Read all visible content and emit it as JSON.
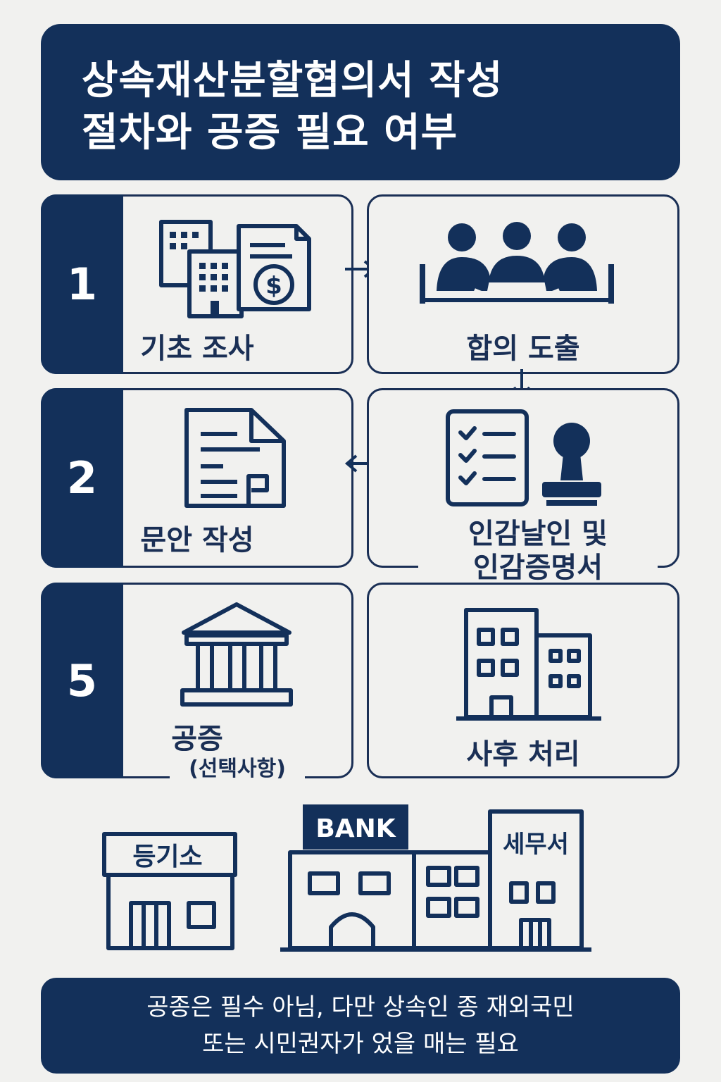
{
  "title": {
    "line1": "상속재산분할협의서 작성",
    "line2": "절차와 공증 필요 여부"
  },
  "steps": {
    "num1": "1",
    "num2": "2",
    "num3": "5",
    "basic_research": "기초 조사",
    "agreement": "합의 도출",
    "drafting": "문안 작성",
    "seal_line1": "인감날인 및",
    "seal_line2": "인감증명서",
    "notarization": "공증",
    "notarization_note": "(선택사항)",
    "followup": "사후 처리"
  },
  "institutions": {
    "registry": "등기소",
    "bank": "BANK",
    "tax_office": "세무서"
  },
  "footer": {
    "line1": "공종은 필수 아님, 다만 상속인 종 재외국민",
    "line2": "또는 시민권자가 었을 매는 필요"
  },
  "colors": {
    "navy": "#13305a",
    "background": "#f1f1ef"
  }
}
